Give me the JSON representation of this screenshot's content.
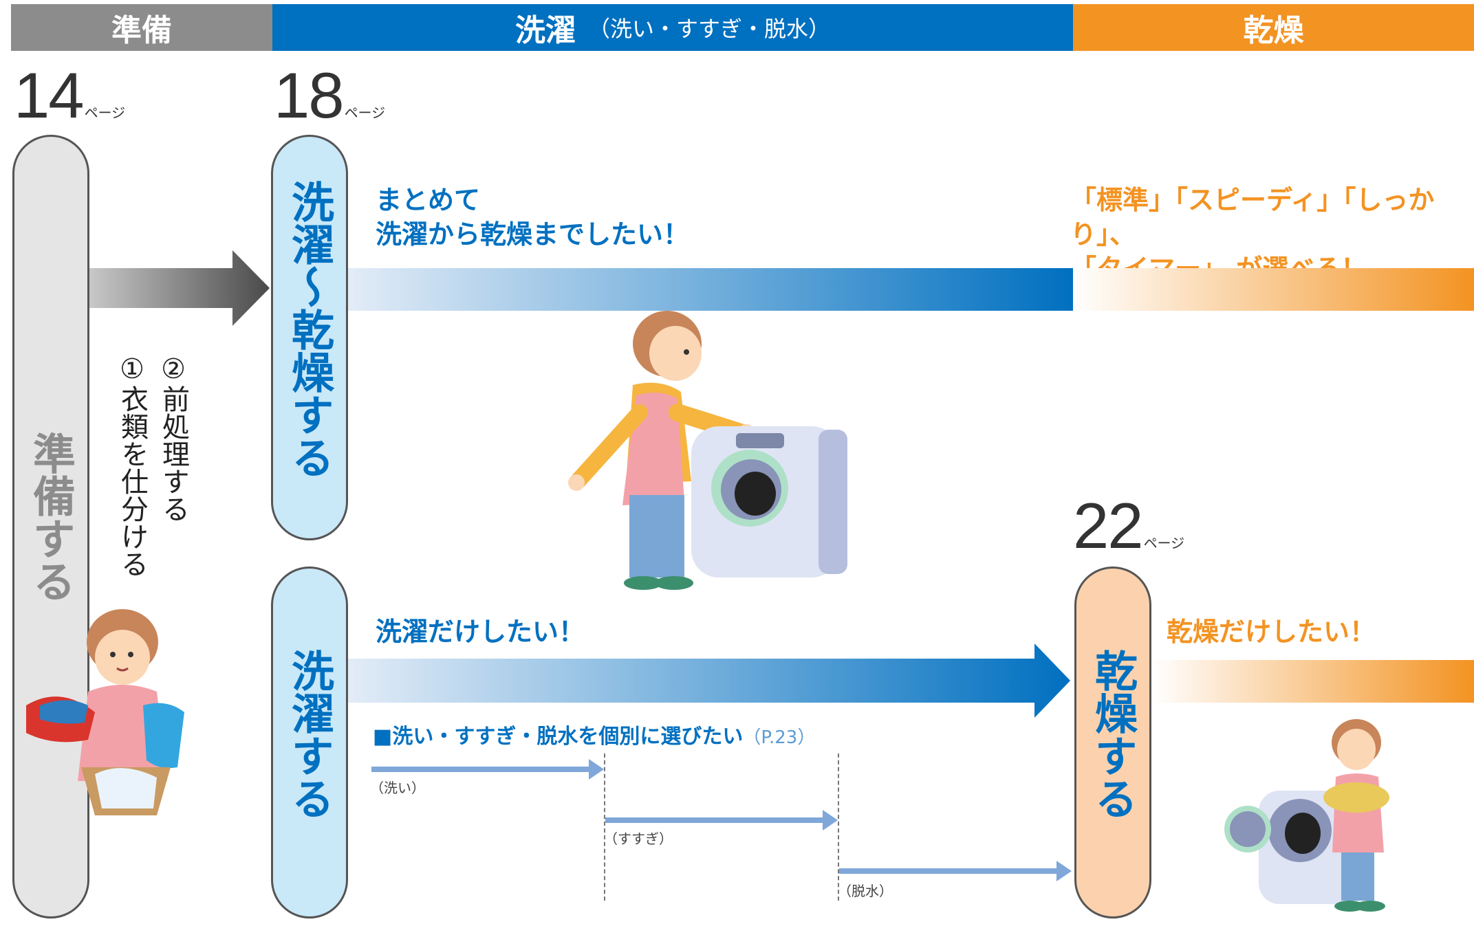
{
  "header": {
    "prep": "準備",
    "wash": "洗濯",
    "wash_sub": "（洗い・すすぎ・脱水）",
    "dry": "乾燥"
  },
  "pages": {
    "p14": "14",
    "p18": "18",
    "p22": "22",
    "unit": "ページ"
  },
  "pills": {
    "prep": "準備する",
    "wash_dry": "洗濯～乾燥する",
    "wash": "洗濯する",
    "dry": "乾燥する"
  },
  "steps": {
    "step1": "①衣類を仕分ける",
    "step2": "②前処理する"
  },
  "headings": {
    "wash_dry_line1": "まとめて",
    "wash_dry_line2": "洗濯から乾燥までしたい！",
    "course_line1": "「標準」「スピーディ」「しっかり」、",
    "course_line2": "「タイマー」 が選べる！",
    "wash_only": "洗濯だけしたい！",
    "dry_only": "乾燥だけしたい！",
    "individual": "■洗い・すすぎ・脱水を個別に選びたい",
    "individual_ref": "（P.23）"
  },
  "phases": {
    "wash": "（洗い）",
    "rinse": "（すすぎ）",
    "spin": "（脱水）"
  },
  "colors": {
    "prep": "#8c8c8c",
    "wash": "#0070c0",
    "dry": "#f39322",
    "pill_prep": "#e5e5e5",
    "pill_wash": "#c9e8f8",
    "pill_dry": "#fbd2ad"
  }
}
